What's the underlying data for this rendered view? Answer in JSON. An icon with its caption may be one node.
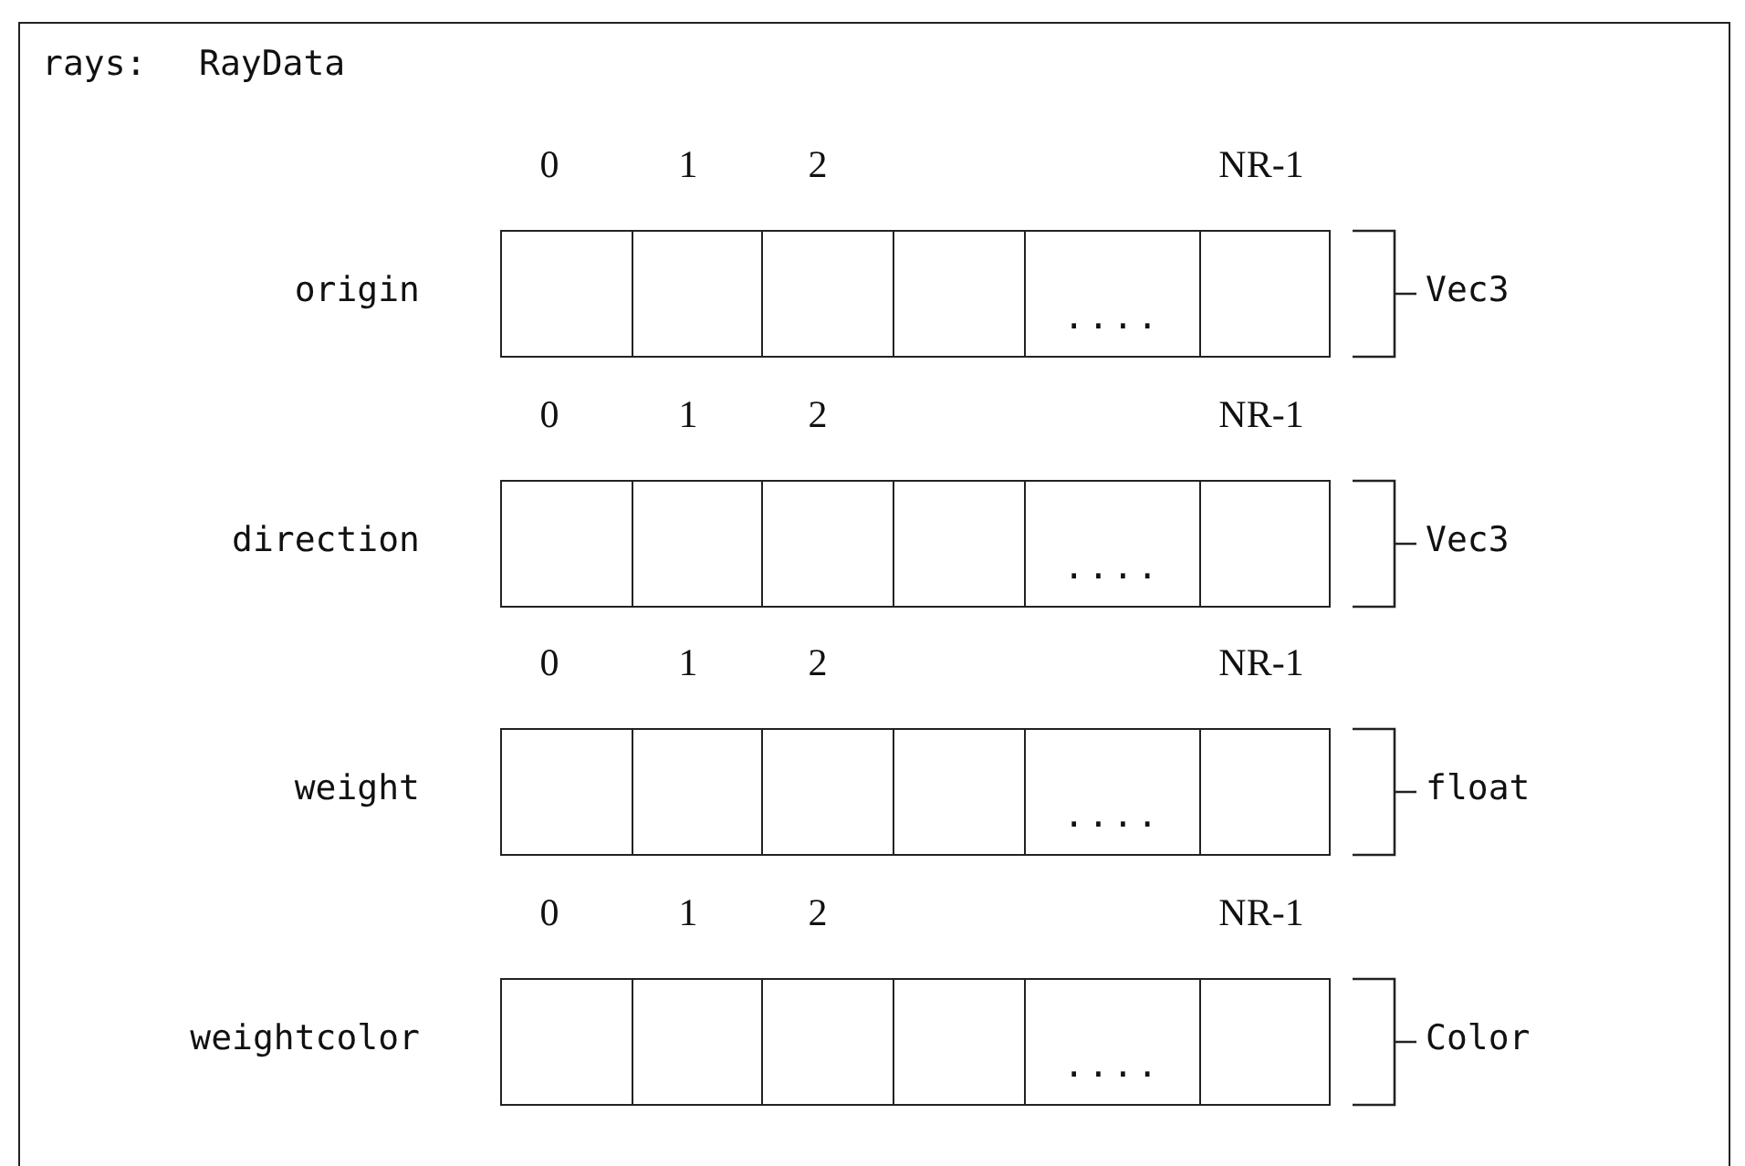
{
  "diagram": {
    "nodes": [
      {
        "text": [
          "rays:",
          "RayData"
        ]
      },
      {
        "text": [],
        "shape": "box",
        "in": 0
      },
      {
        "text": [],
        "shape": "box",
        "in": 0
      },
      {
        "text": [],
        "shape": "box",
        "in": 0
      },
      {
        "text": [],
        "shape": "box",
        "in": 0
      },
      {
        "text": [
          "...."
        ],
        "in": 0
      },
      {
        "text": [],
        "shape": "box",
        "in": 0
      },
      {
        "text": [],
        "shape": "box",
        "in": 0
      },
      {
        "text": [],
        "shape": "box",
        "in": 0
      },
      {
        "text": [],
        "shape": "box",
        "in": 0
      },
      {
        "text": [],
        "shape": "box",
        "in": 0
      },
      {
        "text": [
          "...."
        ],
        "in": 0
      },
      {
        "text": [],
        "shape": "box",
        "in": 0
      },
      {
        "text": [],
        "shape": "box",
        "in": 0
      },
      {
        "text": [],
        "shape": "box",
        "in": 0
      },
      {
        "text": [],
        "shape": "box",
        "in": 0
      },
      {
        "text": [],
        "shape": "box",
        "in": 0
      },
      {
        "text": [
          "...."
        ],
        "in": 0
      },
      {
        "text": [],
        "shape": "box",
        "in": 0
      },
      {
        "text": [],
        "shape": "box",
        "in": 0
      },
      {
        "text": [],
        "shape": "box",
        "in": 0
      },
      {
        "text": [],
        "shape": "box",
        "in": 0
      },
      {
        "text": [],
        "shape": "box",
        "in": 0
      },
      {
        "text": [
          "...."
        ],
        "in": 0
      },
      {
        "text": [],
        "shape": "box",
        "in": 0
      }
    ],
    "labels": [
      "0",
      "1",
      "2",
      "NR-1",
      "origin",
      "Vec3",
      "0",
      "1",
      "2",
      "NR-1",
      "direction",
      "Vec3",
      "0",
      "1",
      "2",
      "NR-1",
      "weight",
      "float",
      "0",
      "1",
      "2",
      "NR-1",
      "weightcolor",
      "Color"
    ]
  }
}
